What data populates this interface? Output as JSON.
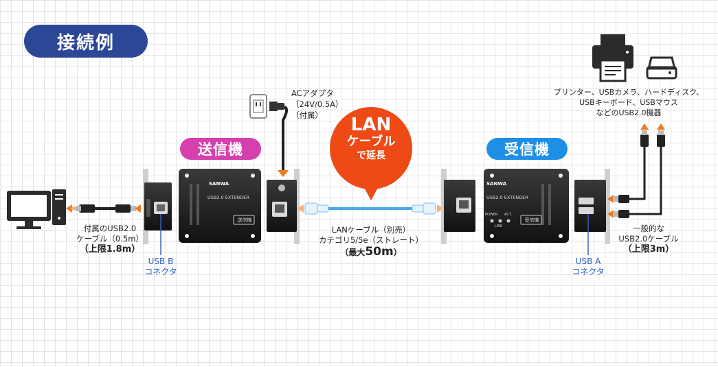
{
  "title": "接続例",
  "transmitter": {
    "label": "送信機",
    "color": "#d63fae",
    "brand": "SANWA",
    "model": "USB2.0 EXTENDER",
    "badge": "送信機"
  },
  "receiver": {
    "label": "受信機",
    "color": "#1f8fe6",
    "brand": "SANWA",
    "model": "USB2.0 EXTENDER",
    "badge": "受信機",
    "leds": [
      "POWER",
      "ACT.",
      "LINK"
    ]
  },
  "bubble": {
    "line1": "LAN",
    "line2": "ケーブル",
    "line3": "で延長",
    "color": "#ee4a16"
  },
  "ac_adapter": {
    "line1": "ACアダプタ",
    "line2": "（24V/0.5A）",
    "line3": "（付属）"
  },
  "usb_cable_attached": {
    "line1": "付属のUSB2.0",
    "line2": "ケーブル（0.5m）",
    "line3": "（上限1.8m）"
  },
  "usb_b": {
    "line1": "USB B",
    "line2": "コネクタ"
  },
  "usb_a": {
    "line1": "USB A",
    "line2": "コネクタ"
  },
  "lan_cable": {
    "line1": "LANケーブル（別売）",
    "line2": "カテゴリ5/5e（ストレート）",
    "line3_prefix": "（最大",
    "line3_value": "50m",
    "line3_suffix": "）"
  },
  "general_cable": {
    "line1": "一般的な",
    "line2": "USB2.0ケーブル",
    "line3": "（上限3m）"
  },
  "devices": {
    "line1": "プリンター、USBカメラ、ハードディスク、",
    "line2": "USBキーボード、USBマウス",
    "line3": "などのUSB2.0機器"
  },
  "colors": {
    "arrow": "#f07a1e",
    "lan_cable": "#4aa8e8",
    "connector_line": "#3a5fc8",
    "device": "#2b2b2b"
  }
}
